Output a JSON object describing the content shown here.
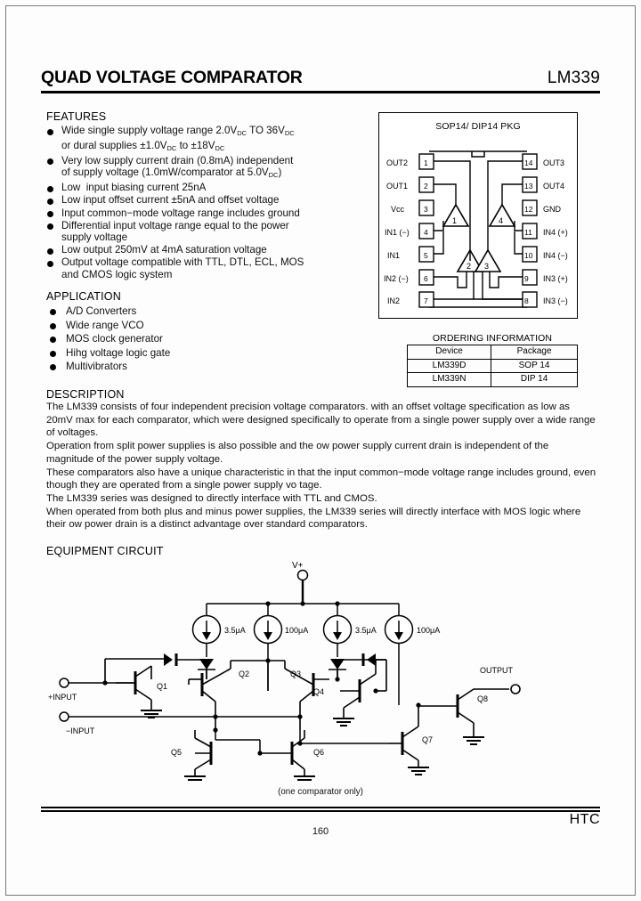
{
  "header": {
    "title": "QUAD VOLTAGE COMPARATOR",
    "part_number": "LM339"
  },
  "features": {
    "heading": "FEATURES",
    "items": [
      "Wide single supply voltage range 2.0VDC TO 36VDC or dual supplies ±1.0VDC to ±18VDC",
      "Very low supply current drain (0.8mA) independent of supply voltage (1.0mW/comparator at 5.0VDC)",
      "Low  input biasing current 25nA",
      "Low input offset current ±5nA and offset voltage",
      "Input common−mode voltage range includes ground",
      "Differential input voltage range equal to the power supply voltage",
      "Low output 250mV at 4mA saturation voltage",
      "Output voltage compatible with TTL, DTL, ECL, MOS and CMOS logic system"
    ],
    "lines": [
      [
        "Wide single supply voltage range 2.0V",
        "DC",
        " TO 36V",
        "DC",
        "or dual supplies ±1.0V",
        "DC",
        " to ±18V",
        "DC"
      ],
      [
        "Very low supply current drain (0.8mA) independent",
        "",
        "",
        "",
        "of supply voltage (1.0mW/comparator at 5.0V",
        "DC",
        ")",
        ""
      ]
    ]
  },
  "application": {
    "heading": "APPLICATION",
    "items": [
      "A/D Converters",
      "Wide range VCO",
      "MOS clock generator",
      "Hihg voltage logic gate",
      "Multivibrators"
    ]
  },
  "package": {
    "title": "SOP14/ DIP14 PKG",
    "left_pins": [
      {
        "num": "1",
        "label": "OUT2"
      },
      {
        "num": "2",
        "label": "OUT1"
      },
      {
        "num": "3",
        "label": "Vcc"
      },
      {
        "num": "4",
        "label": "IN1 (−)"
      },
      {
        "num": "5",
        "label": "IN1"
      },
      {
        "num": "6",
        "label": "IN2 (−)"
      },
      {
        "num": "7",
        "label": "IN2"
      }
    ],
    "right_pins": [
      {
        "num": "14",
        "label": "OUT3"
      },
      {
        "num": "13",
        "label": "OUT4"
      },
      {
        "num": "12",
        "label": "GND"
      },
      {
        "num": "11",
        "label": "IN4 (+)"
      },
      {
        "num": "10",
        "label": "IN4 (−)"
      },
      {
        "num": "9",
        "label": "IN3 (+)"
      },
      {
        "num": "8",
        "label": "IN3 (−)"
      }
    ],
    "comparators": [
      "1",
      "2",
      "3",
      "4"
    ]
  },
  "ordering": {
    "title": "ORDERING INFORMATION",
    "columns": [
      "Device",
      "Package"
    ],
    "rows": [
      [
        "LM339D",
        "SOP 14"
      ],
      [
        "LM339N",
        "DIP 14"
      ]
    ]
  },
  "description": {
    "heading": "DESCRIPTION",
    "paragraphs": [
      "The LM339 consists of four independent precision voltage comparators. with an offset voltage specification as low as 20mV max for each comparator, which were designed specifically to operate from a single power supply over a wide range of voltages.",
      "Operation from split power supplies is also possible and the  ow power supply current drain is independent of the magnitude of the power supply voltage.",
      "These comparators also have a unique characteristic in that the input common−mode voltage range includes ground, even though they are operated from a single power supply vo tage.",
      "The LM339 series was designed to directly interface with  TTL and CMOS.",
      "When operated from both plus and minus power supplies, the LM339 series will directly interface with MOS logic where their  ow power drain is a distinct advantage over standard comparators."
    ]
  },
  "circuit": {
    "heading": "EQUIPMENT CIRCUIT",
    "supply_label": "V+",
    "current_sources": [
      "3.5μA",
      "100μA",
      "3.5μA",
      "100μA"
    ],
    "transistors": [
      "Q1",
      "Q2",
      "Q3",
      "Q4",
      "Q5",
      "Q6",
      "Q7",
      "Q8"
    ],
    "terminals": {
      "plus_input": "+INPUT",
      "minus_input": "−INPUT",
      "output": "OUTPUT"
    },
    "caption": "(one comparator only)"
  },
  "footer": {
    "brand": "HTC",
    "page_number": "160"
  }
}
